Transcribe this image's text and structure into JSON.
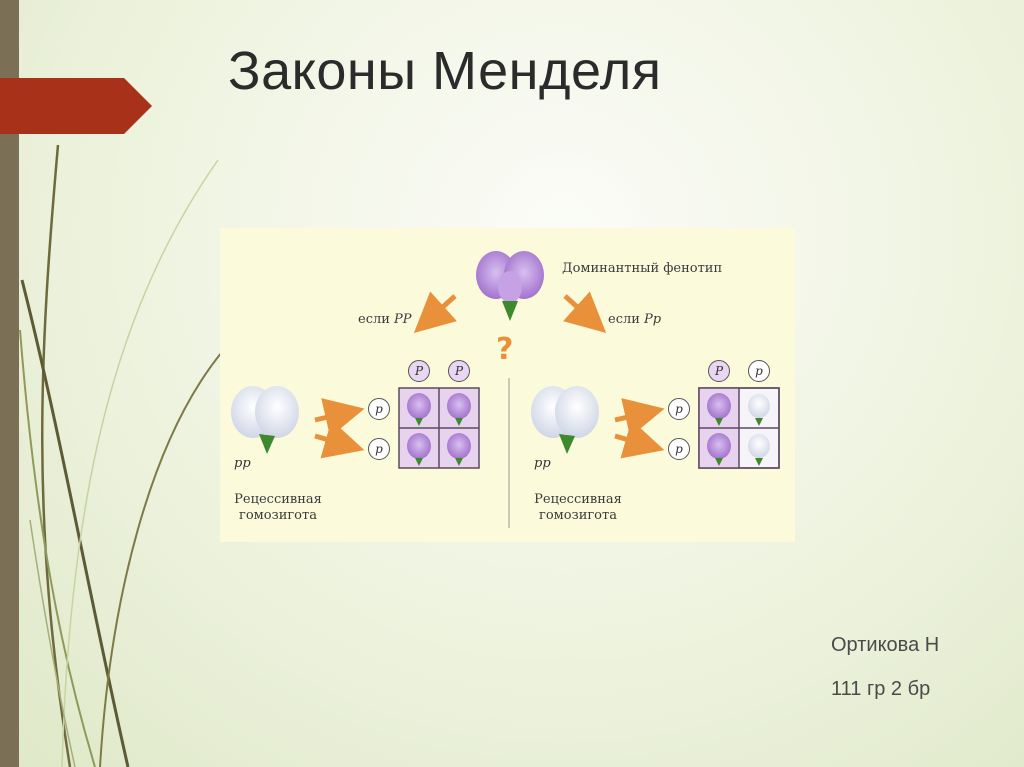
{
  "slide": {
    "title": "Законы Менделя",
    "author": "Ортикова Н",
    "group": "111 гр 2 бр"
  },
  "figure": {
    "dominant_label": "Доминантный фенотип",
    "question_mark": "?",
    "if_left": "если ",
    "if_left_genotype": "PP",
    "if_right": "если ",
    "if_right_genotype": "Pp",
    "left_parent_genotype": "pp",
    "right_parent_genotype": "pp",
    "left_caption_line1": "Рецессивная",
    "left_caption_line2": "гомозигота",
    "right_caption_line1": "Рецессивная",
    "right_caption_line2": "гомозигота",
    "left_top_alleles": [
      "P",
      "P"
    ],
    "left_side_alleles": [
      "p",
      "p"
    ],
    "right_top_alleles": [
      "P",
      "p"
    ],
    "right_side_alleles": [
      "p",
      "p"
    ]
  },
  "colors": {
    "accent_red": "#a8311a",
    "left_bar": "#7b6f56",
    "purple_flower": "#b48ad6",
    "arrow_orange": "#e8913a"
  }
}
